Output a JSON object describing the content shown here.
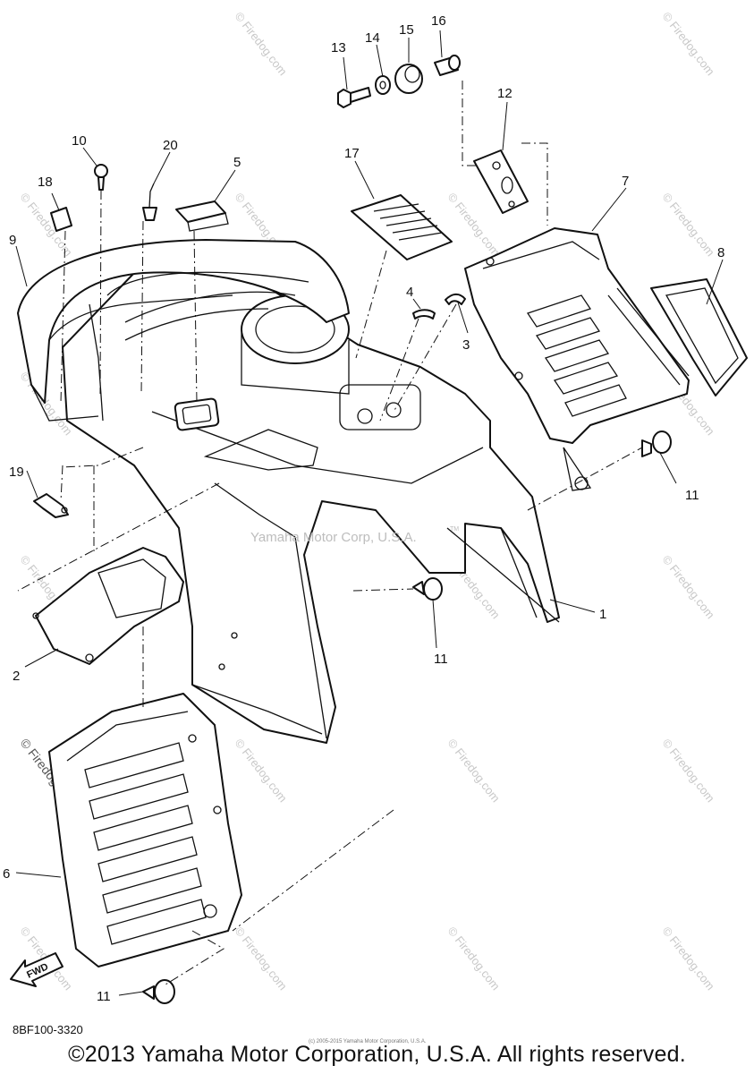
{
  "diagram": {
    "callouts": [
      "13",
      "14",
      "15",
      "16",
      "12",
      "10",
      "20",
      "5",
      "17",
      "18",
      "9",
      "7",
      "8",
      "4",
      "3",
      "11",
      "19",
      "1",
      "2",
      "6"
    ],
    "center_mark": "Yamaha Motor Corp, U.S.A.",
    "center_mark_tm": "TM",
    "watermark_text": "© Firedog.com",
    "fwd_label": "FWD"
  },
  "footer": {
    "drawing_code": "8BF100-3320",
    "copyright": "©2013 Yamaha Motor Corporation, U.S.A. All rights reserved.",
    "copyright_small": "(c) 2005-2015 Yamaha Motor Corporation, U.S.A."
  }
}
